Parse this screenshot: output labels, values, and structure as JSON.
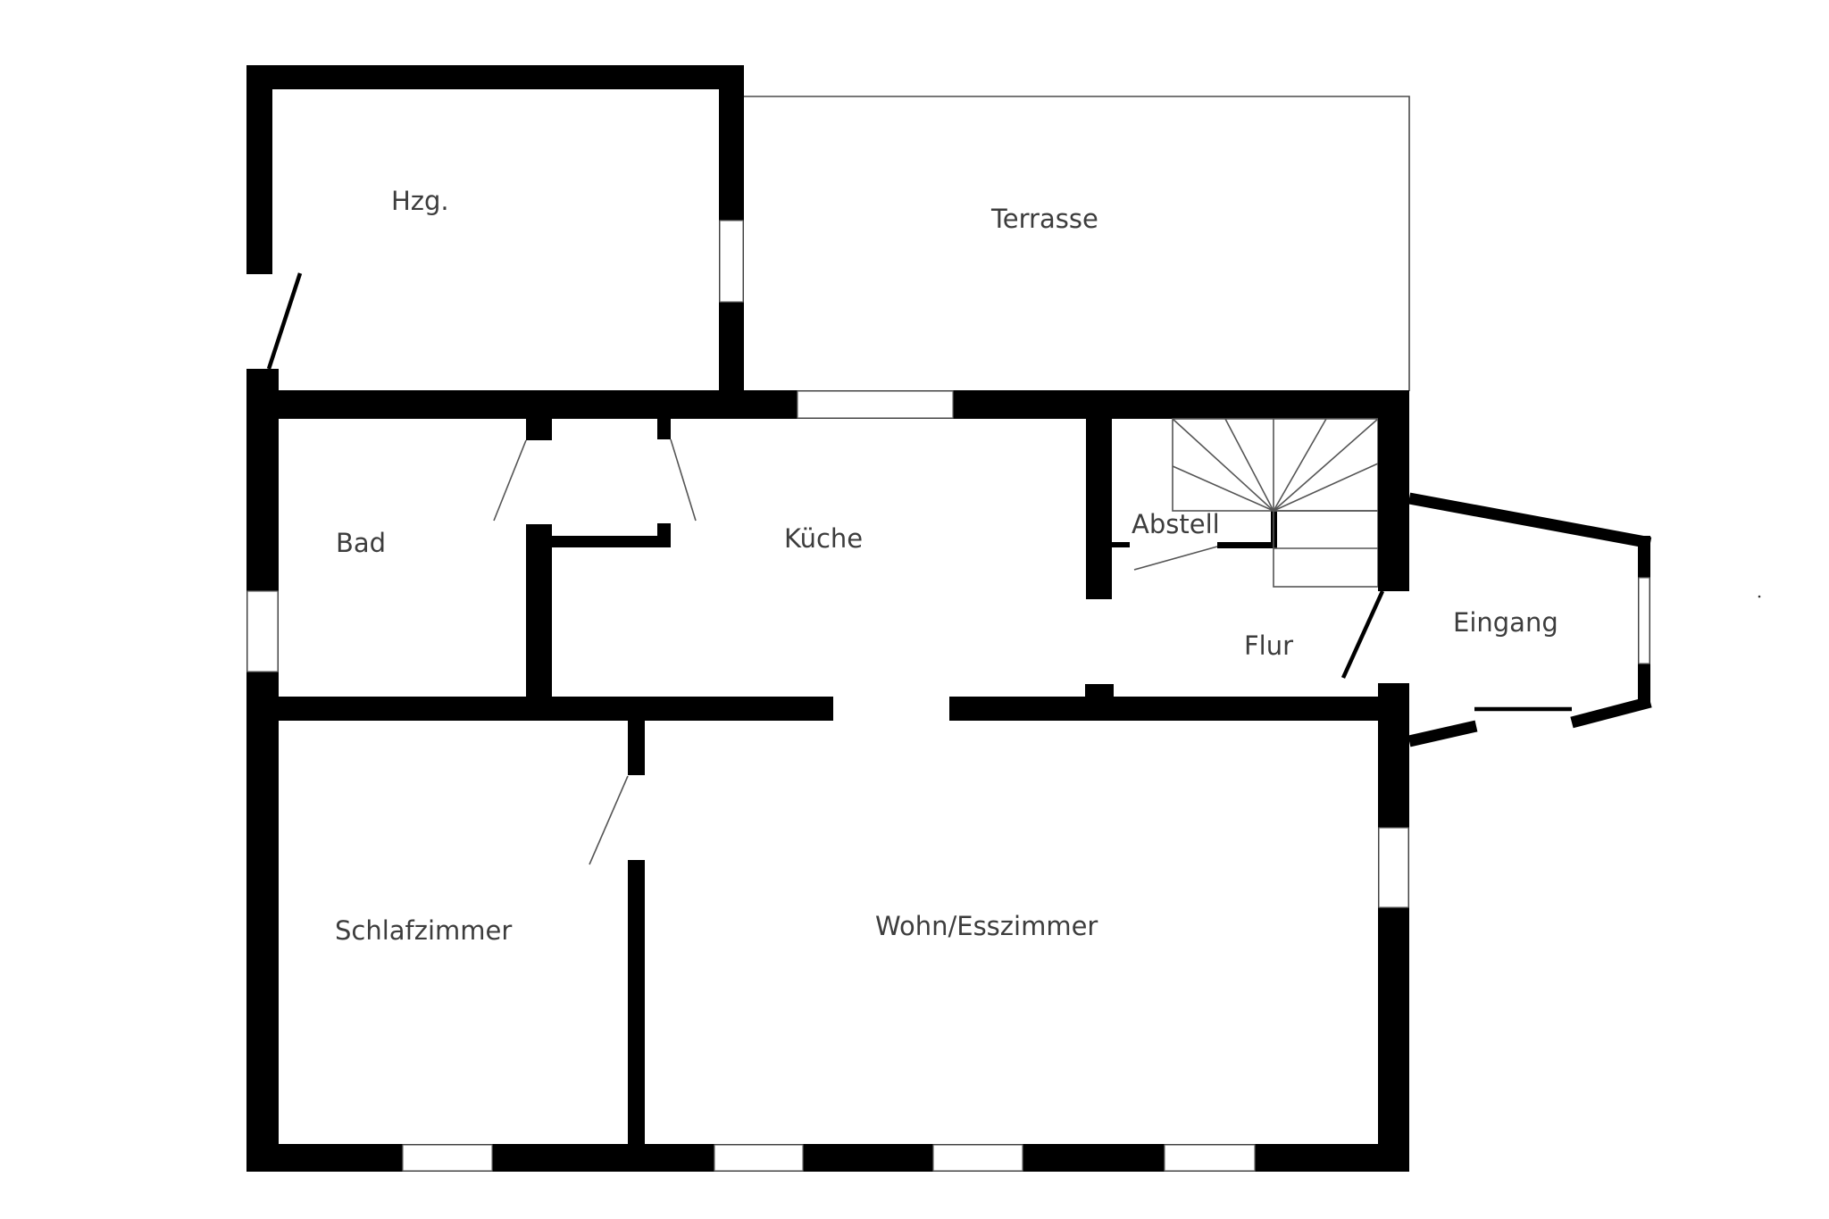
{
  "plan": {
    "rooms": [
      {
        "id": "hzg",
        "label": "Hzg."
      },
      {
        "id": "terrasse",
        "label": "Terrasse"
      },
      {
        "id": "bad",
        "label": "Bad"
      },
      {
        "id": "kueche",
        "label": "Küche"
      },
      {
        "id": "abstell",
        "label": "Abstell"
      },
      {
        "id": "flur",
        "label": "Flur"
      },
      {
        "id": "eingang",
        "label": "Eingang"
      },
      {
        "id": "schlafzimmer",
        "label": "Schlafzimmer"
      },
      {
        "id": "wohn",
        "label": "Wohn/Esszimmer"
      }
    ],
    "colors": {
      "wall": "#000000",
      "label": "#3d3d3d",
      "background": "#ffffff"
    }
  }
}
